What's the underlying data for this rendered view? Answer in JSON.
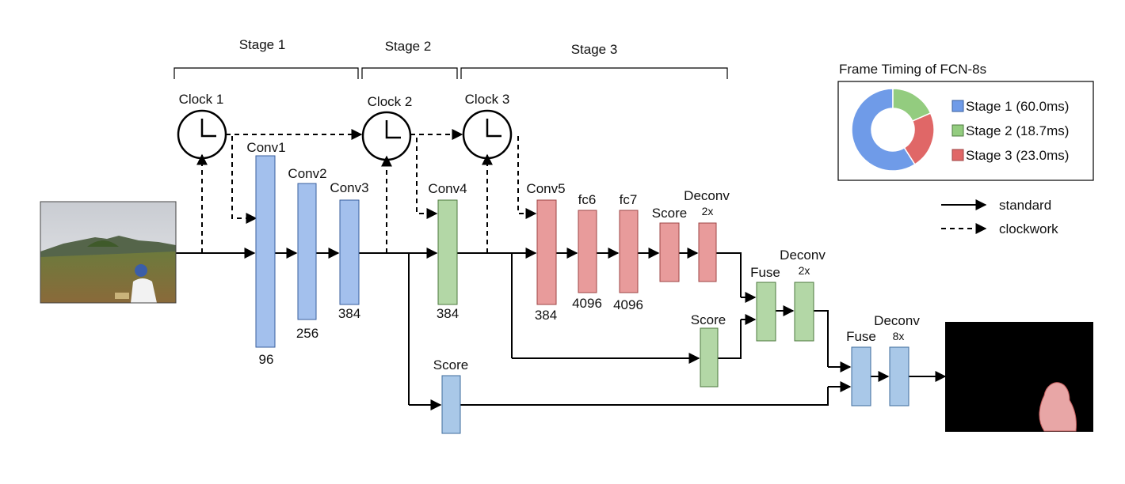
{
  "stages": [
    {
      "label": "Stage 1"
    },
    {
      "label": "Stage 2"
    },
    {
      "label": "Stage 3"
    }
  ],
  "clocks": [
    {
      "label": "Clock 1"
    },
    {
      "label": "Clock 2"
    },
    {
      "label": "Clock 3"
    }
  ],
  "layers": {
    "conv1": {
      "name": "Conv1",
      "channels": "96"
    },
    "conv2": {
      "name": "Conv2",
      "channels": "256"
    },
    "conv3": {
      "name": "Conv3",
      "channels": "384"
    },
    "conv4": {
      "name": "Conv4",
      "channels": "384"
    },
    "conv5": {
      "name": "Conv5",
      "channels": "384"
    },
    "fc6": {
      "name": "fc6",
      "channels": "4096"
    },
    "fc7": {
      "name": "fc7",
      "channels": "4096"
    },
    "score_top": {
      "name": "Score"
    },
    "deconv_top": {
      "name": "Deconv",
      "factor": "2x"
    },
    "fuse_mid": {
      "name": "Fuse"
    },
    "deconv_mid": {
      "name": "Deconv",
      "factor": "2x"
    },
    "score_mid": {
      "name": "Score"
    },
    "score_bottom": {
      "name": "Score"
    },
    "fuse_final": {
      "name": "Fuse"
    },
    "deconv_final": {
      "name": "Deconv",
      "factor": "8x"
    }
  },
  "legend": {
    "standard": "standard",
    "clockwork": "clockwork"
  },
  "timing_panel": {
    "title": "Frame Timing of FCN-8s",
    "entries": [
      {
        "label": "Stage 1 (60.0ms)",
        "value": 60.0,
        "color": "#6f9be8"
      },
      {
        "label": "Stage 2 (18.7ms)",
        "value": 18.7,
        "color": "#93cc7f"
      },
      {
        "label": "Stage 3 (23.0ms)",
        "value": 23.0,
        "color": "#e06767"
      }
    ]
  },
  "colors": {
    "stage1": "#a3c0ed",
    "stage2": "#b3d7a6",
    "stage3": "#e89b9b"
  }
}
